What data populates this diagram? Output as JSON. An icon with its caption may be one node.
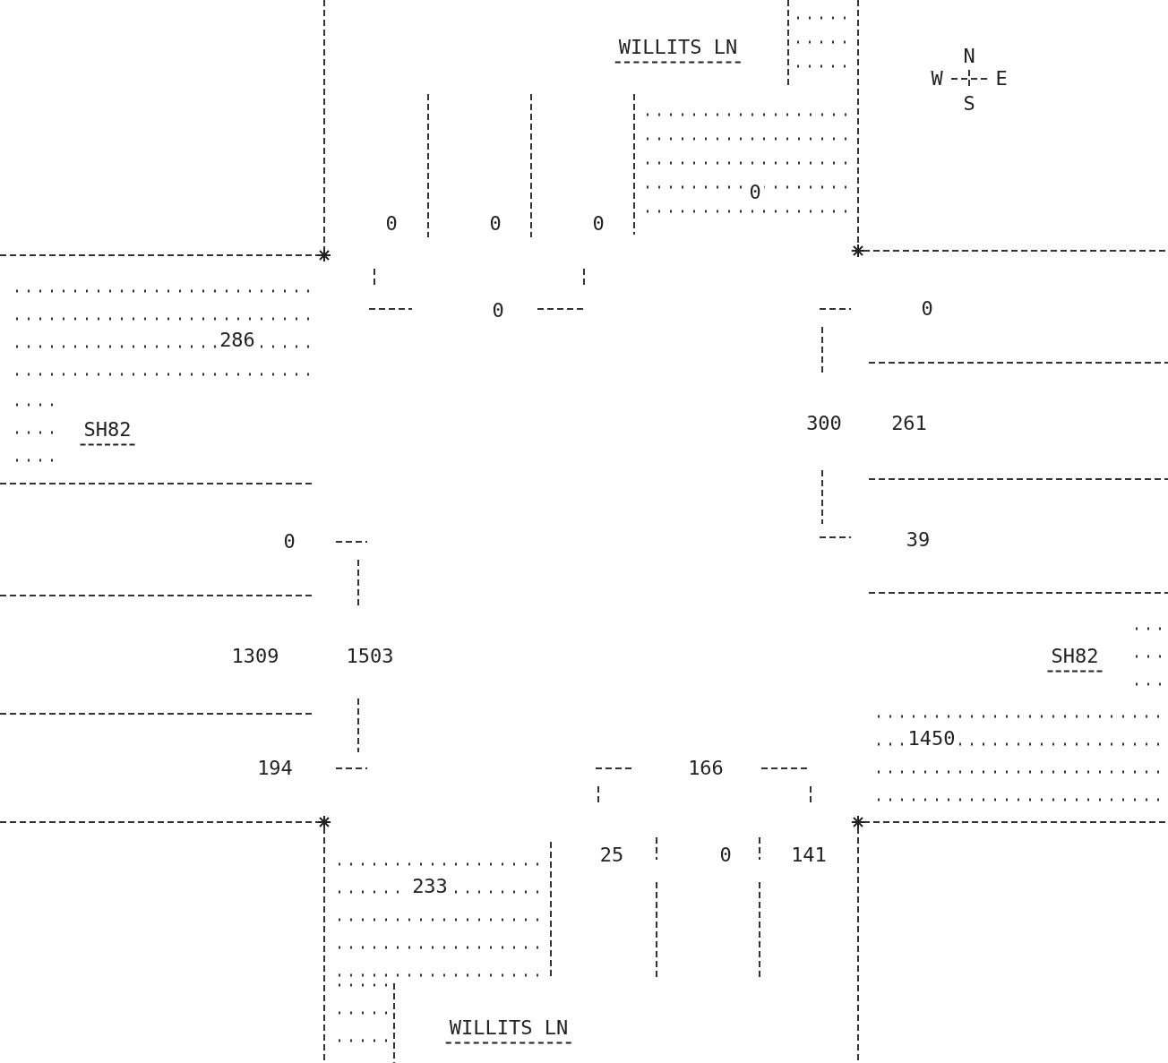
{
  "diagram": {
    "labels": [
      "WILLITS LN",
      "N",
      "W",
      "E",
      "S",
      "0",
      "0",
      "0",
      "0",
      "0",
      "0",
      "286",
      "SH82",
      "300",
      "261",
      "0",
      "39",
      "1309",
      "1503",
      "SH82",
      "1450",
      "194",
      "166",
      "25",
      "0",
      "141",
      "233",
      "WILLITS LN"
    ]
  }
}
